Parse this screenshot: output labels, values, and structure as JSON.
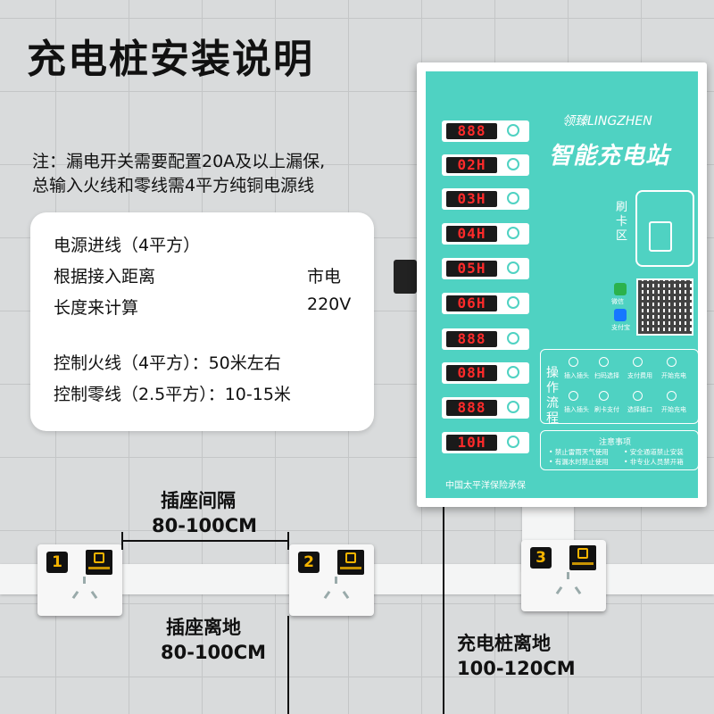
{
  "title": "充电桩安装说明",
  "note": {
    "line1": "注：漏电开关需要配置20A及以上漏保,",
    "line2": "总输入火线和零线需4平方纯铜电源线"
  },
  "info": {
    "line1": "电源进线（4平方）",
    "line2_left": "根据接入距离",
    "line2_right": "市电",
    "line3_left": "长度来计算",
    "line3_right": "220V",
    "line4": "控制火线（4平方）：50米左右",
    "line5": "控制零线（2.5平方）：10-15米"
  },
  "charger": {
    "brand": "领臻LINGZHEN",
    "name": "智能充电站",
    "card_label": "刷卡区",
    "wechat": "微信",
    "alipay": "支付宝",
    "operation_label": "操作流程",
    "steps_row1": [
      "插入插头",
      "扫码选择",
      "支付费用",
      "开始充电"
    ],
    "steps_row2": [
      "插入插头",
      "刷卡支付",
      "选择插口",
      "开始充电"
    ],
    "notice_title": "注意事项",
    "notice_lines": [
      "• 禁止雷雨天气使用",
      "• 安全通道禁止安装",
      "• 有漏水时禁止使用",
      "• 非专业人员禁开箱"
    ],
    "insurance": "中国太平洋保险承保",
    "displays": [
      "888",
      "02H",
      "03H",
      "04H",
      "05H",
      "06H",
      "888",
      "08H",
      "888",
      "10H"
    ],
    "accent_color": "#4fd2c2",
    "display_color": "#ff2a2a"
  },
  "sockets": [
    {
      "number": "1"
    },
    {
      "number": "2"
    },
    {
      "number": "3"
    }
  ],
  "dimensions": {
    "socket_spacing_title": "插座间隔",
    "socket_spacing_value": "80-100CM",
    "socket_height_title": "插座离地",
    "socket_height_value": "80-100CM",
    "charger_height_title": "充电桩离地",
    "charger_height_value": "100-120CM"
  }
}
